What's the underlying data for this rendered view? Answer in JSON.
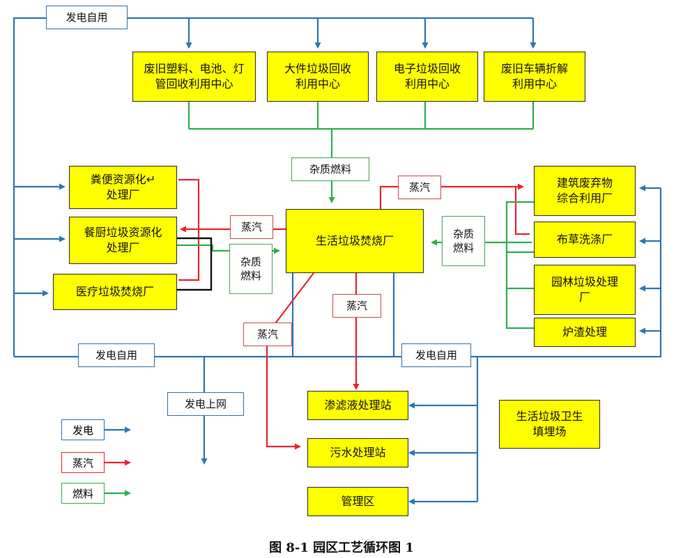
{
  "boxes": {
    "plastic_battery": "废旧塑料、电池、灯\n管回收利用中心",
    "bulky_waste": "大件垃圾回收\n利用中心",
    "e_waste": "电子垃圾回收\n利用中心",
    "vehicle_dismantle": "废旧车辆折解\n利用中心",
    "manure": "粪便资源化↵\n处理厂",
    "kitchen_waste": "餐厨垃圾资源化\n处理厂",
    "medical_incineration": "医疗垃圾焚烧厂",
    "msw_incineration": "生活垃圾焚烧厂",
    "construction_waste": "建筑废弃物\n综合利用厂",
    "cloth_washing": "布草洗涤厂",
    "garden_waste": "园林垃圾处理\n厂",
    "slag": "炉渣处理",
    "leachate": "渗滤液处理站",
    "sewage": "污水处理站",
    "management": "管理区",
    "landfill": "生活垃圾卫生\n填埋场"
  },
  "labels": {
    "power_self_top": "发电自用",
    "power_self_mid_left": "发电自用",
    "power_self_mid_right": "发电自用",
    "power_grid": "发电上网",
    "fuel_top": "杂质燃料",
    "fuel_left": "杂质\n燃料",
    "fuel_right": "杂质\n燃料",
    "steam_left": "蒸汽",
    "steam_topright": "蒸汽",
    "steam_mid": "蒸汽",
    "steam_lower": "蒸汽"
  },
  "legend": {
    "power": "发电",
    "steam": "蒸汽",
    "fuel": "燃料"
  },
  "colors": {
    "power": "#2e75b6",
    "steam": "#e8242f",
    "fuel": "#2fae4e",
    "black": "#111111",
    "box_fill": "#FFFF00"
  },
  "caption": "图 8-1  园区工艺循环图 1"
}
